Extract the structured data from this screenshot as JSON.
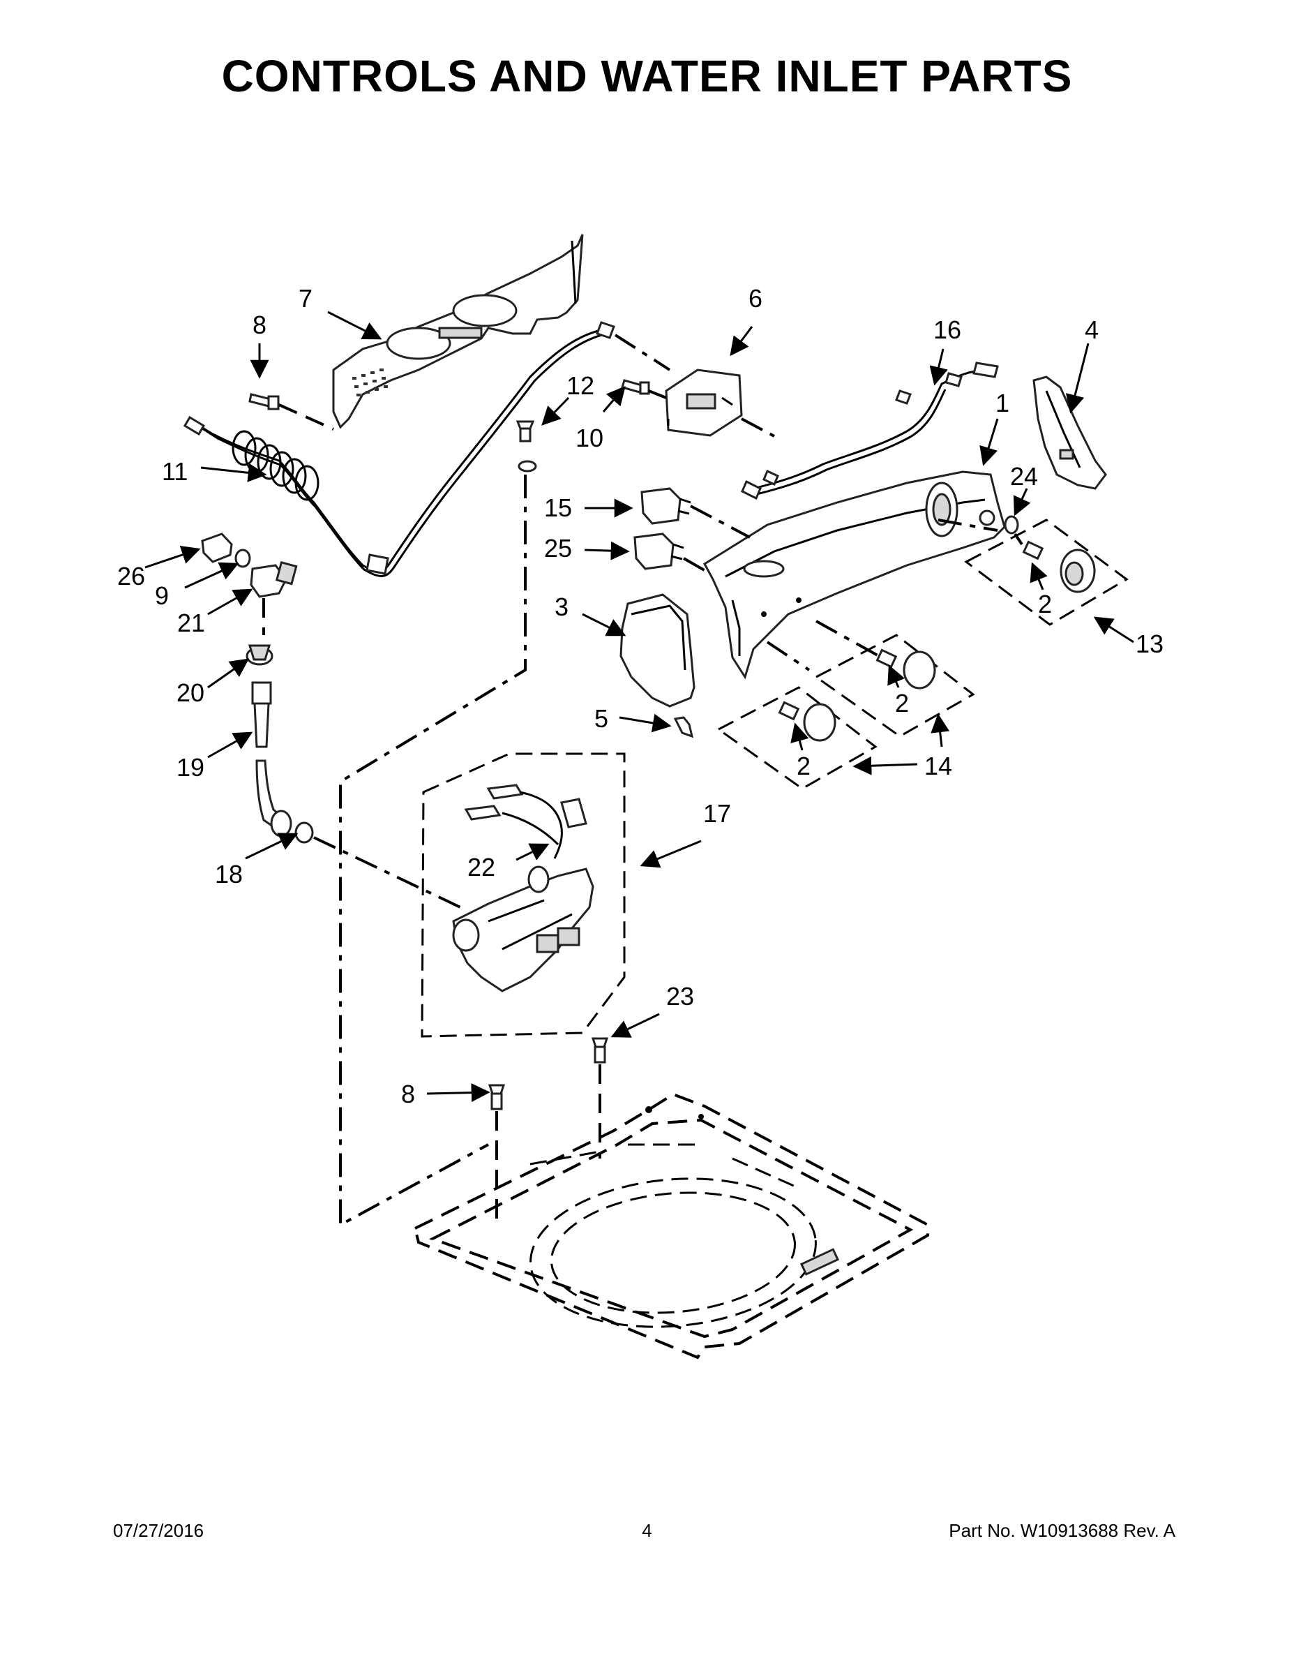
{
  "page": {
    "title": "CONTROLS AND WATER INLET PARTS",
    "footer": {
      "date": "07/27/2016",
      "page_number": "4",
      "part_number": "Part No.  W10913688  Rev.  A"
    }
  },
  "callouts": [
    {
      "id": "c1",
      "label": "1"
    },
    {
      "id": "c2a",
      "label": "2"
    },
    {
      "id": "c2b",
      "label": "2"
    },
    {
      "id": "c2c",
      "label": "2"
    },
    {
      "id": "c3",
      "label": "3"
    },
    {
      "id": "c4",
      "label": "4"
    },
    {
      "id": "c5",
      "label": "5"
    },
    {
      "id": "c6",
      "label": "6"
    },
    {
      "id": "c7",
      "label": "7"
    },
    {
      "id": "c8a",
      "label": "8"
    },
    {
      "id": "c8b",
      "label": "8"
    },
    {
      "id": "c9",
      "label": "9"
    },
    {
      "id": "c10",
      "label": "10"
    },
    {
      "id": "c11",
      "label": "11"
    },
    {
      "id": "c12",
      "label": "12"
    },
    {
      "id": "c13",
      "label": "13"
    },
    {
      "id": "c14",
      "label": "14"
    },
    {
      "id": "c15",
      "label": "15"
    },
    {
      "id": "c16",
      "label": "16"
    },
    {
      "id": "c17",
      "label": "17"
    },
    {
      "id": "c18",
      "label": "18"
    },
    {
      "id": "c19",
      "label": "19"
    },
    {
      "id": "c20",
      "label": "20"
    },
    {
      "id": "c21",
      "label": "21"
    },
    {
      "id": "c22",
      "label": "22"
    },
    {
      "id": "c23",
      "label": "23"
    },
    {
      "id": "c24",
      "label": "24"
    },
    {
      "id": "c25",
      "label": "25"
    },
    {
      "id": "c26",
      "label": "26"
    }
  ]
}
